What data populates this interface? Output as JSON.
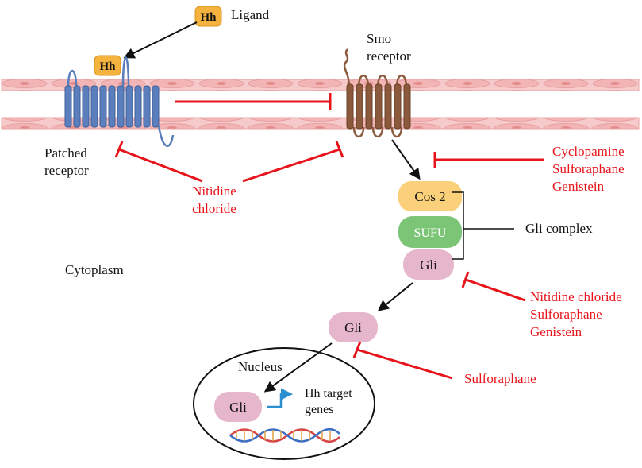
{
  "ligand": {
    "badge": "Hh",
    "label": "Ligand"
  },
  "patched": {
    "badge": "Hh",
    "label_line1": "Patched",
    "label_line2": "receptor"
  },
  "smo": {
    "label_line1": "Smo",
    "label_line2": "receptor"
  },
  "inhibitors": {
    "nitidine": {
      "line1": "Nitidine",
      "line2": "chloride"
    },
    "smo_group": [
      "Cyclopamine",
      "Sulforaphane",
      "Genistein"
    ],
    "gli_group": [
      "Nitidine chloride",
      "Sulforaphane",
      "Genistein"
    ],
    "nuclear_gli": "Sulforaphane"
  },
  "complex": {
    "cos2": "Cos 2",
    "sufu": "SUFU",
    "gli": "Gli",
    "label": "Gli complex"
  },
  "cytoplasm": {
    "label": "Cytoplasm"
  },
  "free_gli": {
    "label": "Gli"
  },
  "nucleus": {
    "label": "Nucleus",
    "gli": "Gli",
    "target_line1": "Hh target",
    "target_line2": "genes"
  },
  "colors": {
    "membrane": "#f4c2c2",
    "membrane_line": "#e48c8c",
    "patched": "#5b7fbd",
    "smo": "#8b5a3c",
    "hh_badge": "#f4b23e",
    "cos2": "#fbd07a",
    "sufu": "#7cc576",
    "gli": "#e6b7cc",
    "inhibit": "#e8141b",
    "transcription_arrow": "#2b8fd0",
    "dna_a": "#d64545",
    "dna_b": "#3b6fc4"
  }
}
